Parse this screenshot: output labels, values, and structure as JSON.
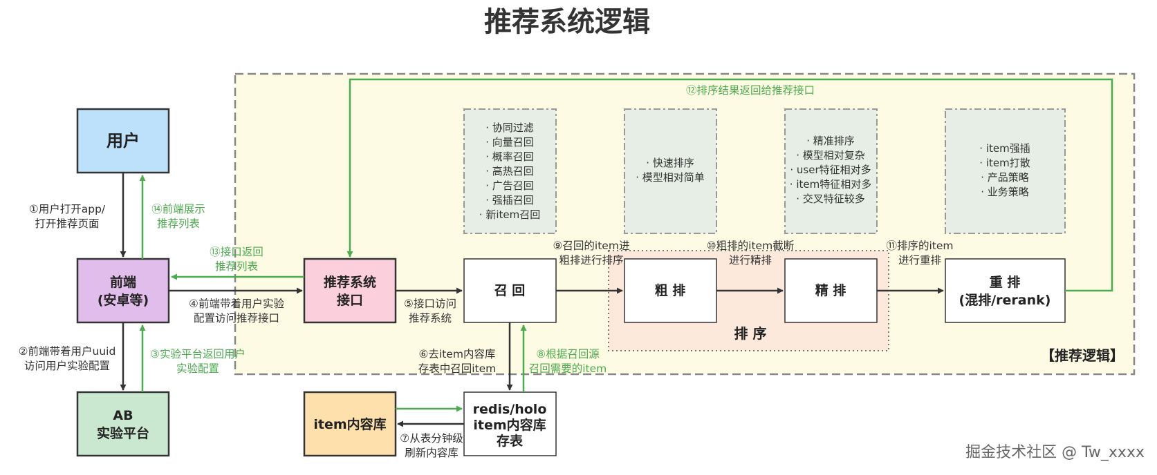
{
  "title": "推荐系统逻辑",
  "boxes": {
    "user": "用户",
    "frontend": [
      "前端",
      "(安卓等)"
    ],
    "ab": [
      "AB",
      "实验平台"
    ],
    "api": [
      "推荐系统",
      "接口"
    ],
    "recall": "召 回",
    "coarse": "粗 排",
    "fine": "精 排",
    "rerank": [
      "重 排",
      "(混排/rerank)"
    ],
    "item_lib": "item内容库",
    "redis": [
      "redis/holo",
      "item内容库",
      "存表"
    ]
  },
  "notes": {
    "recall": [
      "· 协同过滤",
      "· 向量召回",
      "· 概率召回",
      "· 高热召回",
      "· 广告召回",
      "· 强插召回",
      "· 新item召回"
    ],
    "coarse": [
      "· 快速排序",
      "· 模型相对简单"
    ],
    "fine": [
      "· 精准排序",
      "· 模型相对复杂",
      "· user特征相对多",
      "· item特征相对多",
      "· 交叉特征较多"
    ],
    "rerank": [
      "· item强插",
      "· item打散",
      "· 产品策略",
      "· 业务策略"
    ]
  },
  "region_labels": {
    "logic": "【推荐逻辑】",
    "sort": "排 序"
  },
  "steps": {
    "s1": [
      "①用户打开app/",
      "打开推荐页面"
    ],
    "s2": [
      "②前端带着用户uuid",
      "访问用户实验配置"
    ],
    "s3": [
      "③实验平台返回用户",
      "实验配置"
    ],
    "s4": [
      "④前端带着用户实验",
      "配置访问推荐接口"
    ],
    "s5": [
      "⑤接口访问",
      "推荐系统"
    ],
    "s6": [
      "⑥去item内容库",
      "存表中召回item"
    ],
    "s7": [
      "⑦从表分钟级",
      "刷新内容库"
    ],
    "s8": [
      "⑧根据召回源",
      "召回需要的item"
    ],
    "s9": [
      "⑨召回的item进",
      "粗排进行排序"
    ],
    "s10": [
      "⑩粗排的item截断",
      "进行精排"
    ],
    "s11": [
      "⑪排序的item",
      "进行重排"
    ],
    "s12": "⑫排序结果返回给推荐接口",
    "s13": [
      "⑬接口返回",
      "推荐列表"
    ],
    "s14": [
      "⑭前端展示",
      "推荐列表"
    ]
  },
  "watermark": "掘金技术社区 @ Tw_xxxx",
  "colors": {
    "user": "#bde0fb",
    "frontend": "#e0bdea",
    "ab": "#c9e8cf",
    "api": "#fbcfdc",
    "item_lib": "#fde0ac",
    "logic_bg": "#fdfbe3",
    "sort_bg": "#fde8dc",
    "note_bg": "#e7eee6",
    "green": "#4caa4f",
    "dark": "#333333"
  }
}
